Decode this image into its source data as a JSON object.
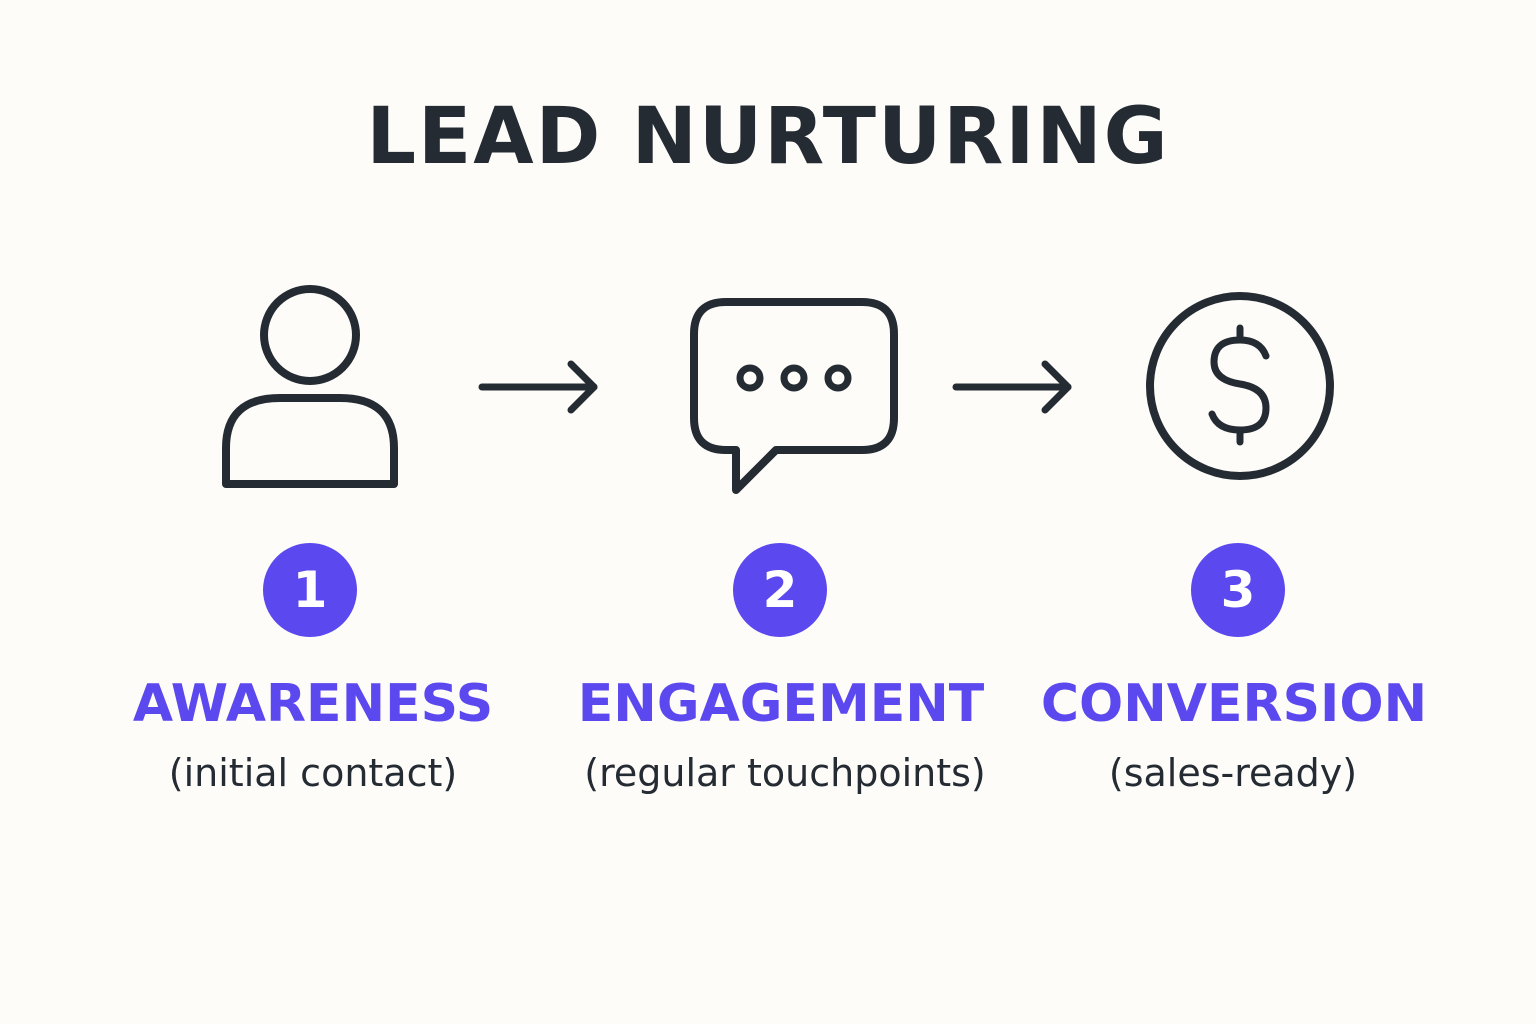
{
  "title": "LEAD NURTURING",
  "colors": {
    "accent": "#5b48ee",
    "ink": "#252b33",
    "background": "#fdfcf9"
  },
  "steps": [
    {
      "number": "1",
      "label": "AWARENESS",
      "sub": "(initial contact)",
      "icon": "person-icon"
    },
    {
      "number": "2",
      "label": "ENGAGEMENT",
      "sub": "(regular touchpoints)",
      "icon": "chat-bubble-icon"
    },
    {
      "number": "3",
      "label": "CONVERSION",
      "sub": "(sales-ready)",
      "icon": "dollar-coin-icon"
    }
  ]
}
